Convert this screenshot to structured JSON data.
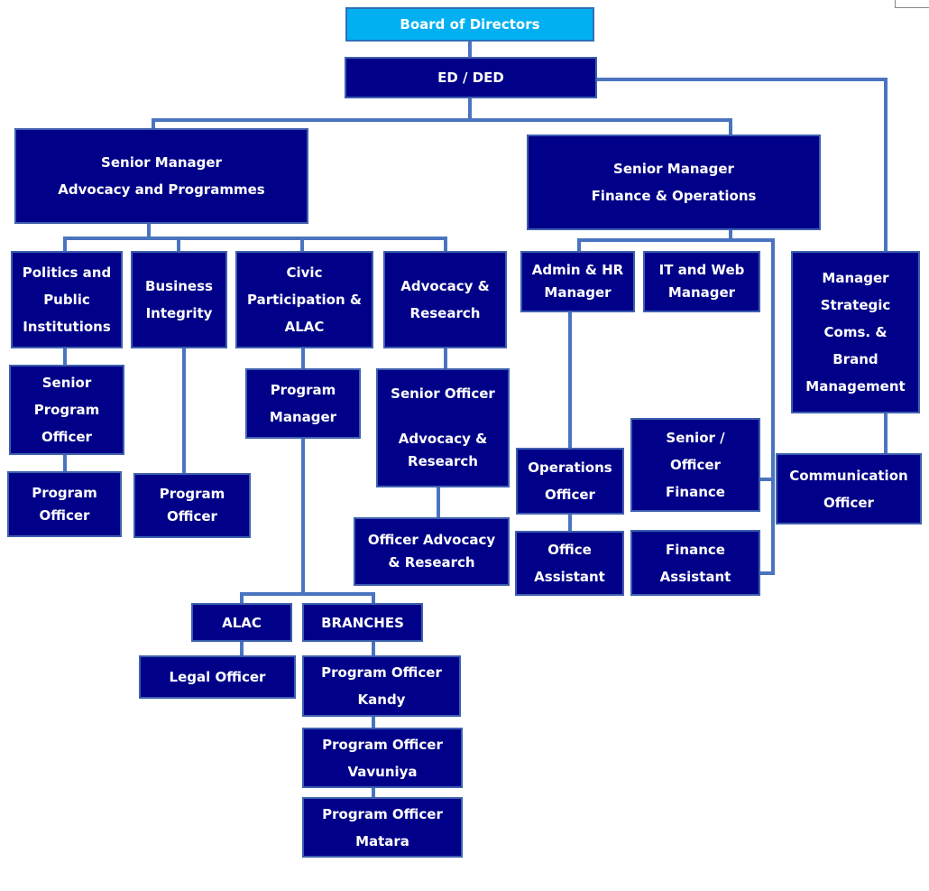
{
  "colors": {
    "box": "#000088",
    "top_box": "#00b0f0",
    "connector": "#4a74c0",
    "text": "#ffffff"
  },
  "nodes": [
    {
      "id": "board",
      "label": "Board of Directors"
    },
    {
      "id": "ed",
      "label": "ED / DED"
    },
    {
      "id": "sm_adv",
      "label": "Senior Manager\nAdvocacy and Programmes"
    },
    {
      "id": "sm_fin",
      "label": "Senior Manager\nFinance & Operations"
    },
    {
      "id": "politics",
      "label": "Politics and\nPublic\nInstitutions"
    },
    {
      "id": "business",
      "label": "Business\nIntegrity"
    },
    {
      "id": "civic",
      "label": "Civic\nParticipation &\nALAC"
    },
    {
      "id": "adv_res",
      "label": "Advocacy &\nResearch"
    },
    {
      "id": "admin_hr",
      "label": "Admin & HR\nManager"
    },
    {
      "id": "it_web",
      "label": "IT and Web\nManager"
    },
    {
      "id": "mgr_strat",
      "label": "Manager\nStrategic\nComs. &\nBrand\nManagement"
    },
    {
      "id": "spo",
      "label": "Senior\nProgram\nOfficer"
    },
    {
      "id": "po1",
      "label": "Program\nOfficer"
    },
    {
      "id": "po2",
      "label": "Program\nOfficer"
    },
    {
      "id": "prog_mgr",
      "label": "Program\nManager"
    },
    {
      "id": "so_adv",
      "label": "Senior Officer\n\nAdvocacy &\nResearch"
    },
    {
      "id": "officer_adv",
      "label": "Officer Advocacy\n& Research"
    },
    {
      "id": "ops_officer",
      "label": "Operations\nOfficer"
    },
    {
      "id": "snr_finance",
      "label": "Senior /\nOfficer\nFinance"
    },
    {
      "id": "comm_officer",
      "label": "Communication\nOfficer"
    },
    {
      "id": "office_asst",
      "label": "Office\nAssistant"
    },
    {
      "id": "fin_asst",
      "label": "Finance\nAssistant"
    },
    {
      "id": "alac",
      "label": "ALAC"
    },
    {
      "id": "branches",
      "label": "BRANCHES"
    },
    {
      "id": "legal",
      "label": "Legal Officer"
    },
    {
      "id": "po_kandy",
      "label": "Program Officer\nKandy"
    },
    {
      "id": "po_vavuniya",
      "label": "Program Officer\nVavuniya"
    },
    {
      "id": "po_matara",
      "label": "Program Officer\nMatara"
    }
  ]
}
